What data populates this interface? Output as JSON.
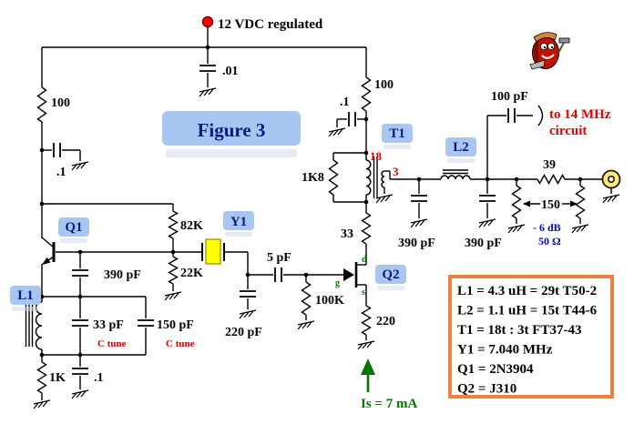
{
  "labels": {
    "figure": "Figure 3",
    "vdc": "12 VDC regulated",
    "c01": ".01",
    "r100": "100",
    "c_point1": ".1",
    "q1": "Q1",
    "r82k": "82K",
    "r22k": "22K",
    "y1": "Y1",
    "c390": "390 pF",
    "l1": "L1",
    "c33": "33 pF",
    "c150": "150 pF",
    "c_tune": "C tune",
    "r1k": "1K",
    "c5": "5 pF",
    "c220pf": "220 pF",
    "r100k": "100K",
    "q2": "Q2",
    "jfet_d": "d",
    "jfet_g": "g",
    "jfet_s": "s",
    "r33": "33",
    "r220": "220",
    "is": "Is = 7 mA",
    "t1": "T1",
    "r1k8": "1K8",
    "t18": "18",
    "t3": "3",
    "l2": "L2",
    "c100pf": "100 pF",
    "to14_line1": "to 14 MHz",
    "to14_line2": "circuit",
    "r39": "39",
    "r150": "150",
    "att_db": "- 6 dB",
    "att_z": "50 Ω"
  },
  "parts_box": {
    "lines": [
      "L1 = 4.3 uH = 29t T50-2",
      "L2 = 1.1 uH = 15t T44-6",
      "T1 = 18t : 3t FT37-43",
      "Y1 = 7.040 MHz",
      "Q1 = 2N3904",
      "Q2 = J310"
    ]
  },
  "colors": {
    "wire": "#000000",
    "label_box_bg": "#a7c7f2",
    "label_text": "#0a1a80",
    "value_red": "#e00000",
    "annotation_green": "#007700",
    "attenuator_blue": "#0008c8",
    "crystal_fill": "#ffff00",
    "connector_fill": "#ffe878",
    "supply_dot": "#ff0000",
    "parts_box_border": "#f08040"
  },
  "icons": {
    "mascot": "pixel-art-handyman-mascot",
    "supply_dot": "red-power-node",
    "output_jack": "yellow-rf-connector"
  }
}
